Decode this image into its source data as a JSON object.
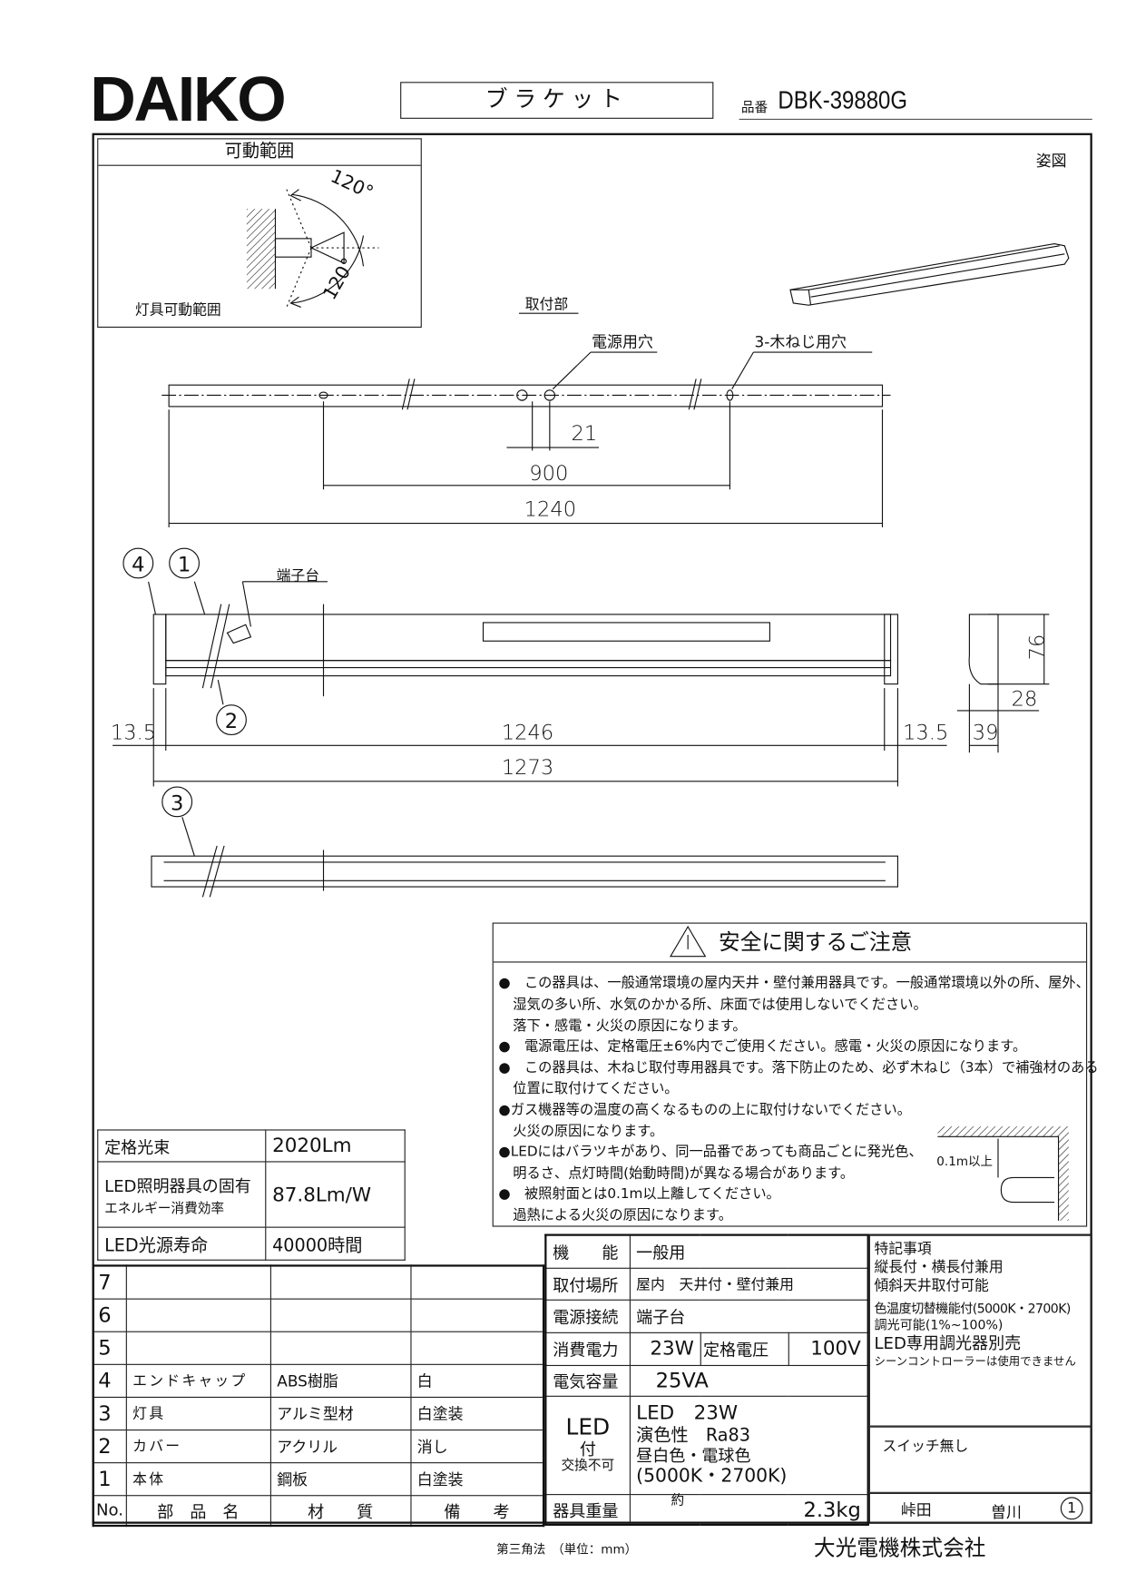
{
  "header": {
    "logo": "DAIKO",
    "title": "ブラケット",
    "part_no_label": "品番",
    "part_no": "DBK-39880G"
  },
  "range_box": {
    "title": "可動範囲",
    "angle_top": "120°",
    "angle_bottom": "120°",
    "caption": "灯具可動範囲"
  },
  "perspective_label": "姿図",
  "mounting": {
    "title": "取付部",
    "power_hole": "電源用穴",
    "screw_holes": "3-木ねじ用穴",
    "dim_21": "21",
    "dim_900": "900",
    "dim_1240": "1240"
  },
  "side_view": {
    "terminal": "端子台",
    "callouts": [
      "4",
      "1",
      "2",
      "3"
    ],
    "dim_left": "13.5",
    "dim_1246": "1246",
    "dim_right": "13.5",
    "dim_1273": "1273",
    "dim_76": "76",
    "dim_28": "28",
    "dim_39": "39"
  },
  "safety": {
    "title": "安全に関するご注意",
    "lines": [
      "●　この器具は、一般通常環境の屋内天井・壁付兼用器具です。一般通常環境以外の所、屋外、",
      "湿気の多い所、水気のかかる所、床面では使用しないでください。",
      "落下・感電・火災の原因になります。",
      "●　電源電圧は、定格電圧±6%内でご使用ください。感電・火災の原因になります。",
      "●　この器具は、木ねじ取付専用器具です。落下防止のため、必ず木ねじ（3本）で補強材のある",
      "位置に取付けてください。",
      "●ガス機器等の温度の高くなるものの上に取付けないでください。",
      "火災の原因になります。",
      "●LEDにはバラツキがあり、同一品番であっても商品ごとに発光色、",
      "明るさ、点灯時間(始動時間)が異なる場合があります。",
      "●　被照射面とは0.1m以上離してください。",
      "過熱による火災の原因になります。"
    ],
    "clearance": "0.1m以上"
  },
  "performance": [
    {
      "label": "定格光束",
      "value": "2020Lm"
    },
    {
      "label": "LED照明器具の固有",
      "label2": "エネルギー消費効率",
      "value": "87.8Lm/W"
    },
    {
      "label": "LED光源寿命",
      "value": "40000時間"
    }
  ],
  "parts": {
    "header": [
      "No.",
      "部　品　名",
      "材　　質",
      "備　　考"
    ],
    "rows": [
      {
        "no": "7",
        "name": "",
        "material": "",
        "note": ""
      },
      {
        "no": "6",
        "name": "",
        "material": "",
        "note": ""
      },
      {
        "no": "5",
        "name": "",
        "material": "",
        "note": ""
      },
      {
        "no": "4",
        "name": "エンドキャップ",
        "material": "ABS樹脂",
        "note": "白"
      },
      {
        "no": "3",
        "name": "灯具",
        "material": "アルミ型材",
        "note": "白塗装"
      },
      {
        "no": "2",
        "name": "カバー",
        "material": "アクリル",
        "note": "消し"
      },
      {
        "no": "1",
        "name": "本体",
        "material": "鋼板",
        "note": "白塗装"
      }
    ]
  },
  "specs": {
    "function_label": "機　　能",
    "function": "一般用",
    "location_label": "取付場所",
    "location": "屋内　天井付・壁付兼用",
    "connection_label": "電源接続",
    "connection": "端子台",
    "power_label": "消費電力",
    "power": "23W",
    "voltage_label": "定格電圧",
    "voltage": "100V",
    "capacity_label": "電気容量",
    "capacity": "25VA",
    "led_label": "LED",
    "led_label2": "付",
    "led_label3": "交換不可",
    "led_lines": [
      "LED　23W",
      "演色性　Ra83",
      "昼白色・電球色",
      "(5000K・2700K)"
    ],
    "weight_label": "器具重量",
    "weight_prefix": "約",
    "weight": "2.3kg"
  },
  "notes": {
    "lines": [
      "特記事項",
      "縦長付・横長付兼用",
      "傾斜天井取付可能",
      "色温度切替機能付(5000K・2700K)",
      "調光可能(1%~100%)",
      "LED専用調光器別売",
      "シーンコントローラーは使用できません"
    ],
    "switch": "スイッチ無し",
    "sign1": "峠田",
    "sign2": "曽川",
    "revision": "1"
  },
  "footer": {
    "projection": "第三角法　（単位：mm）",
    "company": "大光電機株式会社"
  }
}
